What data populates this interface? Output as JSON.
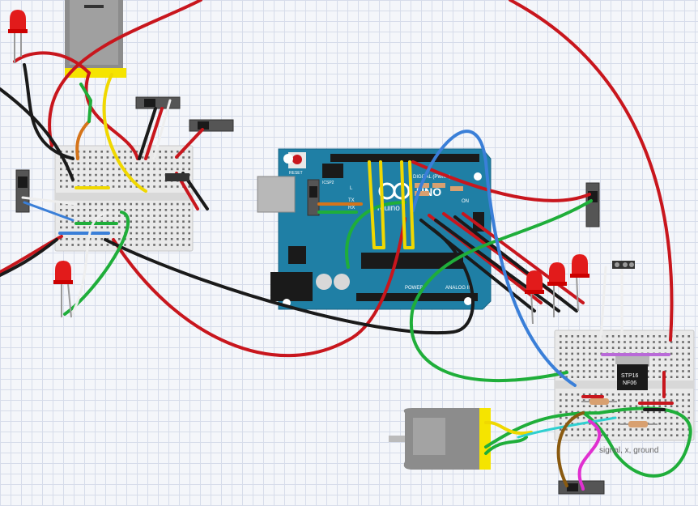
{
  "arduino": {
    "reset_label": "RESET",
    "icsp_label": "ICSP2",
    "tx_label": "TX",
    "rx_label": "RX",
    "l_label": "L",
    "brand_label": "rduino",
    "uno_label": "UNO",
    "digital_label": "DIGITAL (PWM~)",
    "power_label": "POWER",
    "analog_label": "ANALOG IN",
    "on_label": "ON"
  },
  "mosfet": {
    "line1": "STP16",
    "line2": "NF06"
  },
  "caption": {
    "text": "signal, x, ground"
  },
  "colors": {
    "board": "#1f7fa5",
    "wire_red": "#c8161d",
    "wire_black": "#1a1a1a",
    "wire_green": "#1fae3a",
    "wire_blue": "#3a7fd8",
    "wire_yellow": "#f0d800",
    "wire_orange": "#d5741a",
    "wire_white": "#eeeeee",
    "wire_cyan": "#2fd0d0",
    "wire_magenta": "#e030d0",
    "wire_brown": "#8a5a10",
    "led_red": "#e21b1b",
    "motor_body": "#8c8c8c",
    "motor_cap": "#f5e400"
  }
}
